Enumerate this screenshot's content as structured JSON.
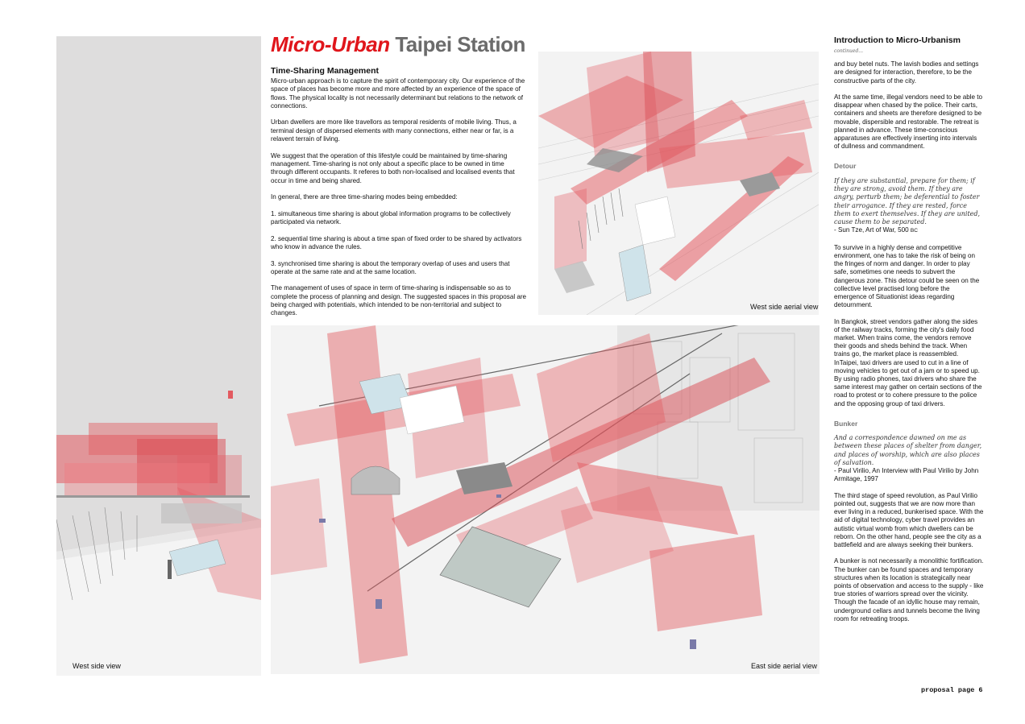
{
  "title": {
    "part1": "Micro-Urban",
    "part2": "Taipei Station"
  },
  "left_caption": "West side view",
  "west_caption": "West side aerial view",
  "east_caption": "East side aerial view",
  "middle": {
    "heading": "Time-Sharing Management",
    "paragraphs": [
      "Micro-urban approach is to capture the spirit of contemporary city. Our experience of the space of places has become more and more affected by an experience of the space of flows. The physical locality is not necessarily determinant  but relations to the network of connections.",
      "Urban dwellers are more like travellors as temporal residents of mobile living.  Thus, a terminal design of dispersed elements with many connections, either near or far, is a relavent terrain of living.",
      "We suggest that the operation of this lifestyle could be maintained by time-sharing management. Time-sharing is not only about a specific place to be owned in time through different occupants. It referes to both non-localised and localised events that occur in time and being shared.",
      "In general, there are three time-sharing modes being embedded:",
      "1. simultaneous time sharing is about global information programs to be collectively participated via network.",
      "2. sequential time sharing is about a time span of fixed order to be shared by activators who know in advance the rules.",
      " 3. synchronised time sharing is about the temporary overlap of uses and users that operate at the same rate and at the same location.",
      "The management of uses of space in term of time-sharing is indispensable so as to complete the process of planning and design.  The suggested spaces in this proposal are being charged with potentials, which intended to be non-territorial and subject to changes."
    ]
  },
  "right": {
    "heading": "Introduction to Micro-Urbanism",
    "continued": "continued...",
    "intro_paragraphs": [
      "and buy betel nuts. The lavish bodies and settings are designed for interaction, therefore, to be the constructive parts of the city.",
      "At the same time, illegal vendors need to be able to disappear when chased by the police. Their carts, containers and sheets are therefore designed to be movable, dispersible and restorable. The retreat is planned in advance. These time-conscious apparatuses are effectively inserting into intervals of dullness and commandment."
    ],
    "detour": {
      "heading": "Detour",
      "quote": "If they are substantial, prepare for them; if they are strong, avoid them. If they are angry, perturb them; be deferential to foster their arrogance. If they are rested, force them to exert themselves. If they are united, cause them to be separated.",
      "attribution": "- Sun Tze, Art of War, 500 ",
      "attribution_suffix": "BC",
      "paragraphs": [
        "To survive in a highly dense and competitive environment, one has to take the risk of being on the fringes of norm and danger. In order to play safe, sometimes one needs to subvert the dangerous zone. This detour could be seen on the collective level practised long before the emergence of Situationist ideas regarding detournment.",
        "In Bangkok, street vendors gather along the sides of the railway tracks, forming the city's daily food market. When trains come, the vendors remove their goods and sheds behind the track. When trains go, the market place is reassembled. InTaipei, taxi drivers are used to cut in a line of moving vehicles to get out of a jam or to speed up. By using radio phones, taxi drivers who share the same interest may gather on certain sections of the road to protest or to cohere pressure to the police and the opposing group of taxi drivers."
      ]
    },
    "bunker": {
      "heading": "Bunker",
      "quote": "And a correspondence dawned on me as between these places of shelter from danger, and places of worship, which are also places of salvation.",
      "attribution": "- Paul Virilio, An Interview with Paul Virilio by John Armitage, 1997",
      "paragraphs": [
        "The third stage of speed revolution, as Paul Virilio pointed out, suggests that we are now more than ever living in a reduced, bunkerised space. With the aid of digital technology, cyber travel provides an autistic virtual womb from which dwellers can be reborn. On the other hand, people see the city as a battlefield and are always seeking their bunkers.",
        "A bunker is not necessarily a monolithic fortification. The bunker can be found spaces and temporary structures when its location is strategically near points of observation and access to the supply - like true stories of warriors spread over the vicinity. Though the facade of an idyllic house may remain, underground cellars and tunnels become the living room for retreating troops."
      ]
    }
  },
  "page_label": "proposal page 6",
  "colors": {
    "accent_red": "#e0151b",
    "title_grey": "#6b6b6b",
    "panel_grey": "#dedddd",
    "volume_red": "#e35a60"
  }
}
